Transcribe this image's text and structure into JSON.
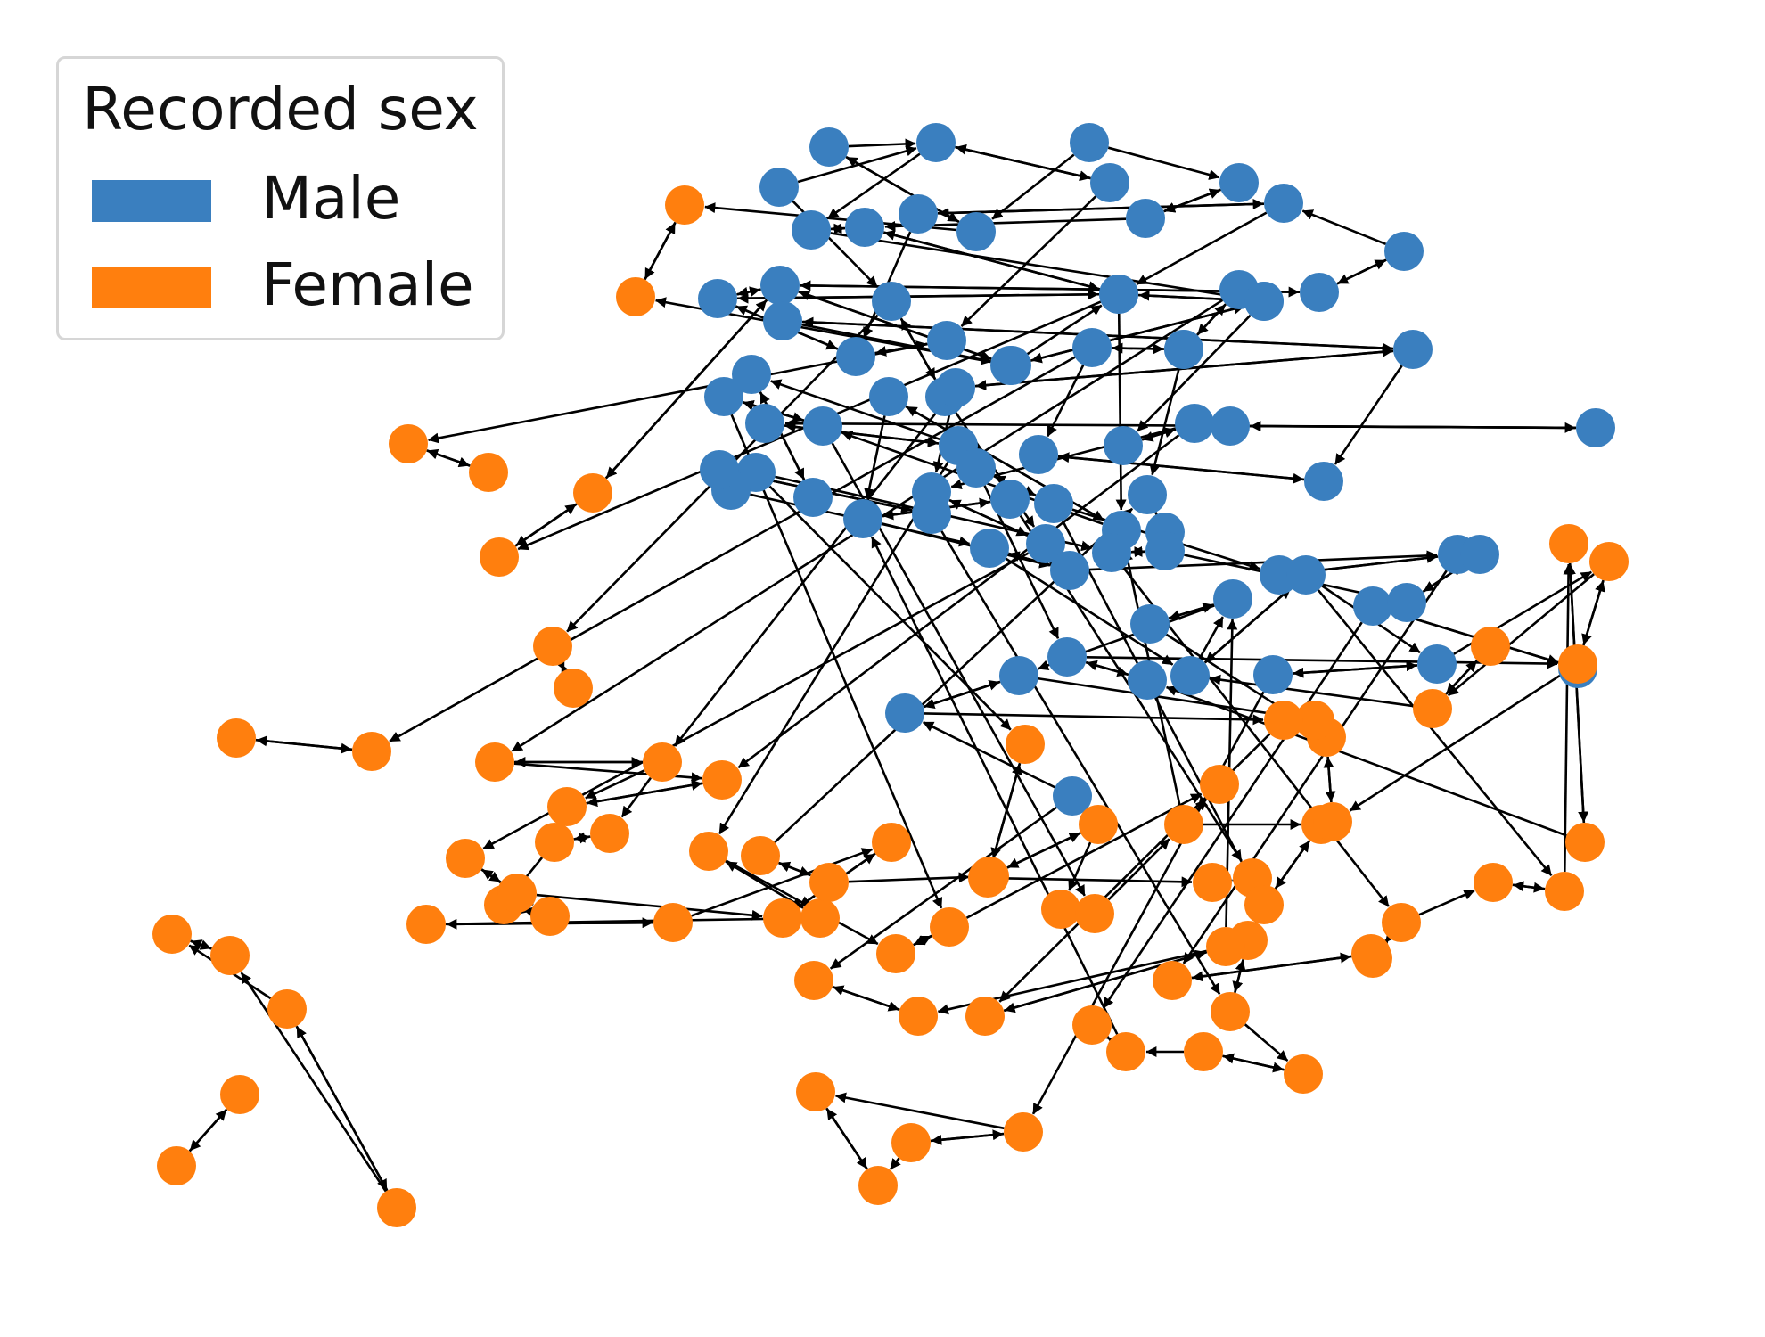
{
  "legend": {
    "title": "Recorded sex",
    "entries": [
      {
        "label": "Male",
        "color": "#3a7fbf"
      },
      {
        "label": "Female",
        "color": "#ff7f0e"
      }
    ]
  },
  "colors": {
    "male": "#3a7fbf",
    "female": "#ff7f0e",
    "edge": "#000000"
  },
  "nodes": [
    {
      "id": "m1",
      "sex": "male"
    },
    {
      "id": "m2",
      "sex": "male"
    },
    {
      "id": "m3",
      "sex": "male"
    },
    {
      "id": "m4",
      "sex": "male"
    },
    {
      "id": "m5",
      "sex": "male"
    },
    {
      "id": "m6",
      "sex": "male"
    },
    {
      "id": "m7",
      "sex": "male"
    },
    {
      "id": "m8",
      "sex": "male"
    },
    {
      "id": "m9",
      "sex": "male"
    },
    {
      "id": "m10",
      "sex": "male"
    },
    {
      "id": "m11",
      "sex": "male"
    },
    {
      "id": "m12",
      "sex": "male"
    },
    {
      "id": "m13",
      "sex": "male"
    },
    {
      "id": "m14",
      "sex": "male"
    },
    {
      "id": "m15",
      "sex": "male"
    },
    {
      "id": "m16",
      "sex": "male"
    },
    {
      "id": "m17",
      "sex": "male"
    },
    {
      "id": "m18",
      "sex": "male"
    },
    {
      "id": "m19",
      "sex": "male"
    },
    {
      "id": "m20",
      "sex": "male"
    },
    {
      "id": "m21",
      "sex": "male"
    },
    {
      "id": "m22",
      "sex": "male"
    },
    {
      "id": "m23",
      "sex": "male"
    },
    {
      "id": "m24",
      "sex": "male"
    },
    {
      "id": "m25",
      "sex": "male"
    },
    {
      "id": "m26",
      "sex": "male"
    },
    {
      "id": "m27",
      "sex": "male"
    },
    {
      "id": "m28",
      "sex": "male"
    },
    {
      "id": "m29",
      "sex": "male"
    },
    {
      "id": "m30",
      "sex": "male"
    },
    {
      "id": "m31",
      "sex": "male"
    },
    {
      "id": "m32",
      "sex": "male"
    },
    {
      "id": "m33",
      "sex": "male"
    },
    {
      "id": "m34",
      "sex": "male"
    },
    {
      "id": "m35",
      "sex": "male"
    },
    {
      "id": "m36",
      "sex": "male"
    },
    {
      "id": "m37",
      "sex": "male"
    },
    {
      "id": "m38",
      "sex": "male"
    },
    {
      "id": "m39",
      "sex": "male"
    },
    {
      "id": "m40",
      "sex": "male"
    },
    {
      "id": "m41",
      "sex": "male"
    },
    {
      "id": "m42",
      "sex": "male"
    },
    {
      "id": "m43",
      "sex": "male"
    },
    {
      "id": "m44",
      "sex": "male"
    },
    {
      "id": "m45",
      "sex": "male"
    },
    {
      "id": "m46",
      "sex": "male"
    },
    {
      "id": "m47",
      "sex": "male"
    },
    {
      "id": "m48",
      "sex": "male"
    },
    {
      "id": "m49",
      "sex": "male"
    },
    {
      "id": "m50",
      "sex": "male"
    },
    {
      "id": "m51",
      "sex": "male"
    },
    {
      "id": "m52",
      "sex": "male"
    },
    {
      "id": "m53",
      "sex": "male"
    },
    {
      "id": "m54",
      "sex": "male"
    },
    {
      "id": "m55",
      "sex": "male"
    },
    {
      "id": "m56",
      "sex": "male"
    },
    {
      "id": "m57",
      "sex": "male"
    },
    {
      "id": "m58",
      "sex": "male"
    },
    {
      "id": "m59",
      "sex": "male"
    },
    {
      "id": "m60",
      "sex": "male"
    },
    {
      "id": "m61",
      "sex": "male"
    },
    {
      "id": "m62",
      "sex": "male"
    },
    {
      "id": "m63",
      "sex": "male"
    },
    {
      "id": "m64",
      "sex": "male"
    },
    {
      "id": "m65",
      "sex": "male"
    },
    {
      "id": "m66",
      "sex": "male"
    },
    {
      "id": "m67",
      "sex": "male"
    },
    {
      "id": "m68",
      "sex": "male"
    },
    {
      "id": "m69",
      "sex": "male"
    },
    {
      "id": "m70",
      "sex": "male"
    },
    {
      "id": "m71",
      "sex": "male"
    },
    {
      "id": "m72",
      "sex": "male"
    },
    {
      "id": "m73",
      "sex": "male"
    },
    {
      "id": "m74",
      "sex": "male"
    },
    {
      "id": "m75",
      "sex": "male"
    },
    {
      "id": "m76",
      "sex": "male"
    },
    {
      "id": "m77",
      "sex": "male"
    },
    {
      "id": "m78",
      "sex": "male"
    },
    {
      "id": "m79",
      "sex": "male"
    },
    {
      "id": "m80",
      "sex": "male"
    },
    {
      "id": "f1",
      "sex": "female"
    },
    {
      "id": "f2",
      "sex": "female"
    },
    {
      "id": "f3",
      "sex": "female"
    },
    {
      "id": "f4",
      "sex": "female"
    },
    {
      "id": "f5",
      "sex": "female"
    },
    {
      "id": "f6",
      "sex": "female"
    },
    {
      "id": "f7",
      "sex": "female"
    },
    {
      "id": "f8",
      "sex": "female"
    },
    {
      "id": "f9",
      "sex": "female"
    },
    {
      "id": "f10",
      "sex": "female"
    },
    {
      "id": "f11",
      "sex": "female"
    },
    {
      "id": "f12",
      "sex": "female"
    },
    {
      "id": "f13",
      "sex": "female"
    },
    {
      "id": "f14",
      "sex": "female"
    },
    {
      "id": "f15",
      "sex": "female"
    },
    {
      "id": "f16",
      "sex": "female"
    },
    {
      "id": "f17",
      "sex": "female"
    },
    {
      "id": "f18",
      "sex": "female"
    },
    {
      "id": "f19",
      "sex": "female"
    },
    {
      "id": "f20",
      "sex": "female"
    },
    {
      "id": "f21",
      "sex": "female"
    },
    {
      "id": "f22",
      "sex": "female"
    },
    {
      "id": "f23",
      "sex": "female"
    },
    {
      "id": "f24",
      "sex": "female"
    },
    {
      "id": "f25",
      "sex": "female"
    },
    {
      "id": "f26",
      "sex": "female"
    },
    {
      "id": "f27",
      "sex": "female"
    },
    {
      "id": "f28",
      "sex": "female"
    },
    {
      "id": "f29",
      "sex": "female"
    },
    {
      "id": "f30",
      "sex": "female"
    },
    {
      "id": "f31",
      "sex": "female"
    },
    {
      "id": "f32",
      "sex": "female"
    },
    {
      "id": "f33",
      "sex": "female"
    },
    {
      "id": "f34",
      "sex": "female"
    },
    {
      "id": "f35",
      "sex": "female"
    },
    {
      "id": "f36",
      "sex": "female"
    },
    {
      "id": "f37",
      "sex": "female"
    },
    {
      "id": "f38",
      "sex": "female"
    },
    {
      "id": "f39",
      "sex": "female"
    },
    {
      "id": "f40",
      "sex": "female"
    },
    {
      "id": "f41",
      "sex": "female"
    },
    {
      "id": "f42",
      "sex": "female"
    },
    {
      "id": "f43",
      "sex": "female"
    },
    {
      "id": "f44",
      "sex": "female"
    },
    {
      "id": "f45",
      "sex": "female"
    },
    {
      "id": "f46",
      "sex": "female"
    },
    {
      "id": "f47",
      "sex": "female"
    },
    {
      "id": "f48",
      "sex": "female"
    },
    {
      "id": "f49",
      "sex": "female"
    },
    {
      "id": "f50",
      "sex": "female"
    },
    {
      "id": "f51",
      "sex": "female"
    },
    {
      "id": "f52",
      "sex": "female"
    },
    {
      "id": "f53",
      "sex": "female"
    },
    {
      "id": "f54",
      "sex": "female"
    },
    {
      "id": "f55",
      "sex": "female"
    },
    {
      "id": "f56",
      "sex": "female"
    },
    {
      "id": "f57",
      "sex": "female"
    },
    {
      "id": "f58",
      "sex": "female"
    },
    {
      "id": "f59",
      "sex": "female"
    },
    {
      "id": "f60",
      "sex": "female"
    },
    {
      "id": "f61",
      "sex": "female"
    },
    {
      "id": "f62",
      "sex": "female"
    },
    {
      "id": "f63",
      "sex": "female"
    },
    {
      "id": "f64",
      "sex": "female"
    },
    {
      "id": "f65",
      "sex": "female"
    },
    {
      "id": "f66",
      "sex": "female"
    },
    {
      "id": "f67",
      "sex": "female"
    },
    {
      "id": "f68",
      "sex": "female"
    },
    {
      "id": "f69",
      "sex": "female"
    },
    {
      "id": "f70",
      "sex": "female"
    },
    {
      "id": "f71",
      "sex": "female"
    },
    {
      "id": "f72",
      "sex": "female"
    },
    {
      "id": "f73",
      "sex": "female"
    },
    {
      "id": "f74",
      "sex": "female"
    },
    {
      "id": "f75",
      "sex": "female"
    },
    {
      "id": "f76",
      "sex": "female"
    },
    {
      "id": "f77",
      "sex": "female"
    },
    {
      "id": "f78",
      "sex": "female"
    }
  ],
  "edges": [
    [
      "m2",
      "m7"
    ],
    [
      "m7",
      "m2"
    ],
    [
      "m3",
      "m8"
    ],
    [
      "m8",
      "m13"
    ],
    [
      "m13",
      "m8"
    ],
    [
      "m1",
      "m6"
    ],
    [
      "m6",
      "m1"
    ],
    [
      "m5",
      "m9"
    ],
    [
      "m9",
      "m5"
    ],
    [
      "m10",
      "m11"
    ],
    [
      "m11",
      "m10"
    ],
    [
      "m11",
      "m17"
    ],
    [
      "m17",
      "m11"
    ],
    [
      "m12",
      "m16"
    ],
    [
      "m16",
      "m12"
    ],
    [
      "m12",
      "m14"
    ],
    [
      "m14",
      "m12"
    ],
    [
      "m4",
      "m2"
    ],
    [
      "m2",
      "m15"
    ],
    [
      "m15",
      "m14"
    ],
    [
      "m14",
      "m15"
    ],
    [
      "m16",
      "m17"
    ],
    [
      "m17",
      "m16"
    ],
    [
      "m16",
      "m19"
    ],
    [
      "m19",
      "m16"
    ],
    [
      "m19",
      "m20"
    ],
    [
      "m20",
      "m19"
    ],
    [
      "m17",
      "m21"
    ],
    [
      "m21",
      "m17"
    ],
    [
      "m22",
      "m23"
    ],
    [
      "m23",
      "m22"
    ],
    [
      "m18",
      "m27"
    ],
    [
      "m27",
      "m18"
    ],
    [
      "m21",
      "m12"
    ],
    [
      "m8",
      "m13"
    ],
    [
      "m1",
      "m2"
    ],
    [
      "m3",
      "m6"
    ],
    [
      "m7",
      "m20"
    ],
    [
      "m13",
      "m14"
    ],
    [
      "m26",
      "m28"
    ],
    [
      "m28",
      "m26"
    ],
    [
      "m25",
      "m24"
    ],
    [
      "m24",
      "m25"
    ],
    [
      "m27",
      "m32"
    ],
    [
      "m32",
      "m27"
    ],
    [
      "m31",
      "m33"
    ],
    [
      "m33",
      "m31"
    ],
    [
      "m29",
      "m30"
    ],
    [
      "m30",
      "m29"
    ],
    [
      "m35",
      "m36"
    ],
    [
      "m36",
      "m35"
    ],
    [
      "m37",
      "m39"
    ],
    [
      "m39",
      "m37"
    ],
    [
      "m34",
      "m38"
    ],
    [
      "m38",
      "m34"
    ],
    [
      "m40",
      "m42"
    ],
    [
      "m42",
      "m40"
    ],
    [
      "m41",
      "m46"
    ],
    [
      "m46",
      "m41"
    ],
    [
      "m43",
      "m44"
    ],
    [
      "m44",
      "m43"
    ],
    [
      "m47",
      "m49"
    ],
    [
      "m49",
      "m47"
    ],
    [
      "m48",
      "m45"
    ],
    [
      "m45",
      "m48"
    ],
    [
      "m50",
      "m51"
    ],
    [
      "m51",
      "m50"
    ],
    [
      "m52",
      "m53"
    ],
    [
      "m53",
      "m52"
    ],
    [
      "m54",
      "m56"
    ],
    [
      "m56",
      "m54"
    ],
    [
      "m55",
      "m57"
    ],
    [
      "m57",
      "m55"
    ],
    [
      "m58",
      "m59"
    ],
    [
      "m59",
      "m58"
    ],
    [
      "m60",
      "m61"
    ],
    [
      "m61",
      "m60"
    ],
    [
      "m62",
      "m63"
    ],
    [
      "m63",
      "m62"
    ],
    [
      "m64",
      "m66"
    ],
    [
      "m66",
      "m64"
    ],
    [
      "m65",
      "m67"
    ],
    [
      "m67",
      "m65"
    ],
    [
      "m68",
      "m69"
    ],
    [
      "m69",
      "m68"
    ],
    [
      "m70",
      "m71"
    ],
    [
      "m71",
      "m70"
    ],
    [
      "m72",
      "m73"
    ],
    [
      "m73",
      "m72"
    ],
    [
      "m74",
      "m75"
    ],
    [
      "m75",
      "m74"
    ],
    [
      "m76",
      "m77"
    ],
    [
      "m77",
      "m76"
    ],
    [
      "m78",
      "m79"
    ],
    [
      "m79",
      "m78"
    ],
    [
      "m80",
      "m79"
    ],
    [
      "m26",
      "m35"
    ],
    [
      "m36",
      "m44"
    ],
    [
      "m45",
      "m50"
    ],
    [
      "m39",
      "m48"
    ],
    [
      "m27",
      "m38"
    ],
    [
      "m32",
      "m44"
    ],
    [
      "m46",
      "m55"
    ],
    [
      "m55",
      "m61"
    ],
    [
      "m61",
      "m66"
    ],
    [
      "m60",
      "m70"
    ],
    [
      "m70",
      "m76"
    ],
    [
      "m76",
      "m78"
    ],
    [
      "m53",
      "m60"
    ],
    [
      "m52",
      "m62"
    ],
    [
      "m59",
      "m64"
    ],
    [
      "m58",
      "m68"
    ],
    [
      "m63",
      "m72"
    ],
    [
      "m71",
      "m74"
    ],
    [
      "m10",
      "m9"
    ],
    [
      "m9",
      "m28"
    ],
    [
      "m28",
      "m41"
    ],
    [
      "m41",
      "m47"
    ],
    [
      "m47",
      "m49"
    ],
    [
      "m30",
      "m40"
    ],
    [
      "m23",
      "m43"
    ],
    [
      "m18",
      "m33"
    ],
    [
      "m24",
      "m34"
    ],
    [
      "m5",
      "m19"
    ],
    [
      "m4",
      "m22"
    ],
    [
      "m15",
      "m31"
    ],
    [
      "f1",
      "f2"
    ],
    [
      "f2",
      "f1"
    ],
    [
      "f3",
      "f4"
    ],
    [
      "f4",
      "f3"
    ],
    [
      "f5",
      "f6"
    ],
    [
      "f6",
      "f5"
    ],
    [
      "f7",
      "f8"
    ],
    [
      "f8",
      "f7"
    ],
    [
      "f9",
      "f10"
    ],
    [
      "f10",
      "f9"
    ],
    [
      "f11",
      "f12"
    ],
    [
      "f12",
      "f11"
    ],
    [
      "f13",
      "f14"
    ],
    [
      "f14",
      "f13"
    ],
    [
      "f15",
      "f16"
    ],
    [
      "f16",
      "f15"
    ],
    [
      "f17",
      "f18"
    ],
    [
      "f18",
      "f17"
    ],
    [
      "f19",
      "f20"
    ],
    [
      "f20",
      "f19"
    ],
    [
      "f21",
      "f22"
    ],
    [
      "f22",
      "f21"
    ],
    [
      "f23",
      "f24"
    ],
    [
      "f24",
      "f23"
    ],
    [
      "f25",
      "f26"
    ],
    [
      "f26",
      "f25"
    ],
    [
      "f27",
      "f28"
    ],
    [
      "f28",
      "f27"
    ],
    [
      "f29",
      "f30"
    ],
    [
      "f30",
      "f29"
    ],
    [
      "f31",
      "f32"
    ],
    [
      "f32",
      "f31"
    ],
    [
      "f33",
      "f34"
    ],
    [
      "f34",
      "f33"
    ],
    [
      "f35",
      "f36"
    ],
    [
      "f36",
      "f35"
    ],
    [
      "f37",
      "f38"
    ],
    [
      "f38",
      "f37"
    ],
    [
      "f39",
      "f40"
    ],
    [
      "f40",
      "f39"
    ],
    [
      "f41",
      "f42"
    ],
    [
      "f42",
      "f41"
    ],
    [
      "f43",
      "f44"
    ],
    [
      "f44",
      "f43"
    ],
    [
      "f45",
      "f46"
    ],
    [
      "f46",
      "f45"
    ],
    [
      "f47",
      "f48"
    ],
    [
      "f48",
      "f47"
    ],
    [
      "f49",
      "f50"
    ],
    [
      "f50",
      "f49"
    ],
    [
      "f51",
      "f52"
    ],
    [
      "f52",
      "f51"
    ],
    [
      "f53",
      "f54"
    ],
    [
      "f54",
      "f53"
    ],
    [
      "f55",
      "f56"
    ],
    [
      "f56",
      "f55"
    ],
    [
      "f57",
      "f58"
    ],
    [
      "f58",
      "f57"
    ],
    [
      "f59",
      "f60"
    ],
    [
      "f60",
      "f59"
    ],
    [
      "f61",
      "f62"
    ],
    [
      "f62",
      "f61"
    ],
    [
      "f63",
      "f64"
    ],
    [
      "f64",
      "f63"
    ],
    [
      "f65",
      "f66"
    ],
    [
      "f66",
      "f65"
    ],
    [
      "f67",
      "f68"
    ],
    [
      "f68",
      "f67"
    ],
    [
      "f69",
      "f70"
    ],
    [
      "f70",
      "f69"
    ],
    [
      "f71",
      "f72"
    ],
    [
      "f72",
      "f71"
    ],
    [
      "f73",
      "f74"
    ],
    [
      "f74",
      "f73"
    ],
    [
      "f75",
      "f76"
    ],
    [
      "f76",
      "f75"
    ],
    [
      "f77",
      "f78"
    ],
    [
      "f78",
      "f77"
    ],
    [
      "f16",
      "f17"
    ],
    [
      "f19",
      "f18"
    ],
    [
      "f20",
      "f27"
    ],
    [
      "f22",
      "f28"
    ],
    [
      "f24",
      "f29"
    ],
    [
      "f30",
      "f38"
    ],
    [
      "f37",
      "f42"
    ],
    [
      "f41",
      "f43"
    ],
    [
      "f44",
      "f45"
    ],
    [
      "f46",
      "f47"
    ],
    [
      "f50",
      "f52"
    ],
    [
      "f51",
      "f53"
    ],
    [
      "f54",
      "f56"
    ],
    [
      "f57",
      "f60"
    ],
    [
      "f58",
      "f62"
    ],
    [
      "f61",
      "f63"
    ],
    [
      "f64",
      "f66"
    ],
    [
      "f65",
      "f67"
    ],
    [
      "f69",
      "f71"
    ],
    [
      "f70",
      "f72"
    ],
    [
      "f73",
      "f75"
    ],
    [
      "f74",
      "f76"
    ],
    [
      "f26",
      "f34"
    ],
    [
      "f31",
      "f39"
    ],
    [
      "f11",
      "f13"
    ],
    [
      "f12",
      "f14"
    ],
    [
      "f12",
      "f15"
    ],
    [
      "f21",
      "f23"
    ],
    [
      "f33",
      "f35"
    ],
    [
      "f36",
      "f37"
    ],
    [
      "m17",
      "f5"
    ],
    [
      "f5",
      "m17"
    ],
    [
      "m6",
      "f1"
    ],
    [
      "m21",
      "f2"
    ],
    [
      "m20",
      "f3"
    ],
    [
      "m12",
      "f6"
    ],
    [
      "m22",
      "f7"
    ],
    [
      "m24",
      "f10"
    ],
    [
      "m29",
      "f11"
    ],
    [
      "m32",
      "f12"
    ],
    [
      "m36",
      "f13"
    ],
    [
      "m43",
      "f19"
    ],
    [
      "m45",
      "f24"
    ],
    [
      "m52",
      "f32"
    ],
    [
      "m57",
      "f40"
    ],
    [
      "m59",
      "f41"
    ],
    [
      "m65",
      "f48"
    ],
    [
      "m66",
      "f49"
    ],
    [
      "m71",
      "f54"
    ],
    [
      "m74",
      "f57"
    ],
    [
      "m77",
      "f61"
    ],
    [
      "m78",
      "f63"
    ],
    [
      "m79",
      "f64"
    ],
    [
      "m80",
      "f68"
    ],
    [
      "m75",
      "f69"
    ],
    [
      "m68",
      "f58"
    ],
    [
      "m62",
      "f51"
    ],
    [
      "m56",
      "f44"
    ],
    [
      "m49",
      "f30"
    ],
    [
      "m47",
      "f36"
    ],
    [
      "f25",
      "m40"
    ],
    [
      "f37",
      "m41"
    ],
    [
      "f60",
      "m70"
    ],
    [
      "f65",
      "m76"
    ],
    [
      "f47",
      "m55"
    ],
    [
      "f55",
      "m69"
    ]
  ]
}
